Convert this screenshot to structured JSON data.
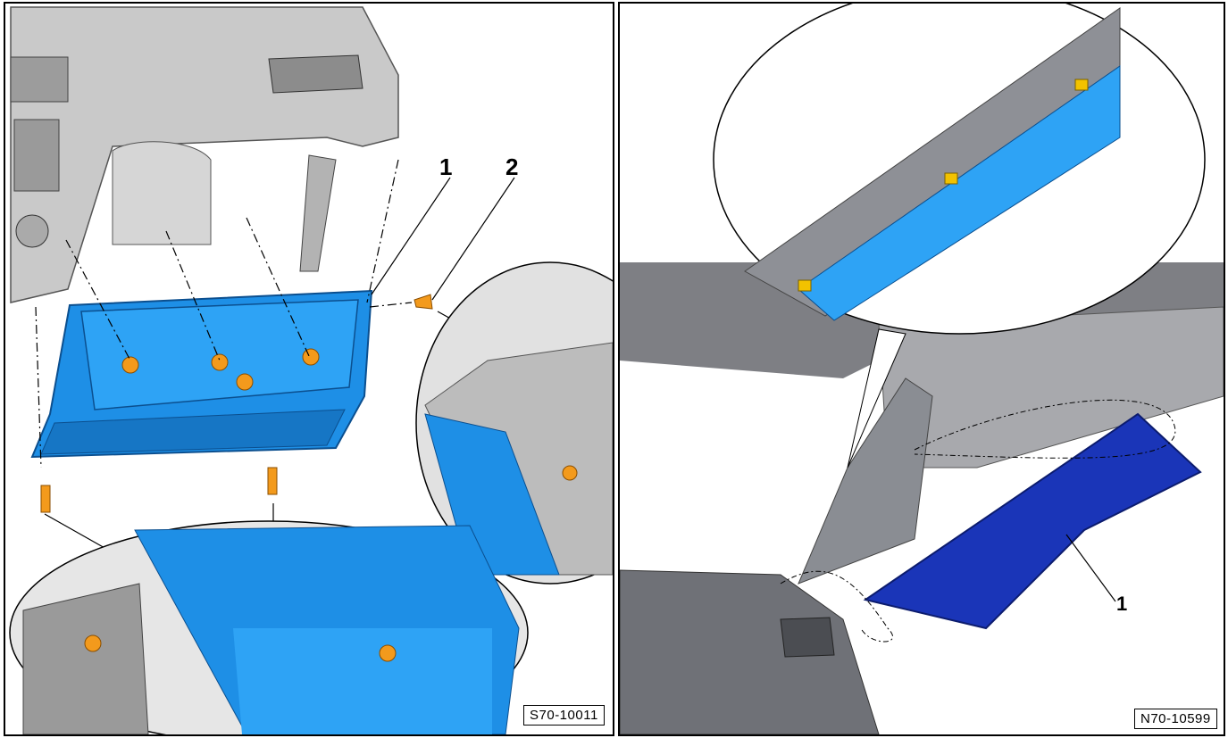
{
  "left_panel": {
    "callouts": [
      "1",
      "2"
    ],
    "ref_code": "S70-10011",
    "colors": {
      "glovebox_blue": "#1e8fe6",
      "screw_orange": "#f39a1c",
      "dash_grey": "#bfbfbf"
    }
  },
  "right_panel": {
    "callouts": [
      "1"
    ],
    "ref_code": "N70-10599",
    "colors": {
      "pillar_trim_blue": "#1a35b8",
      "clip_yellow": "#f2c200",
      "body_grey": "#8a8d93"
    }
  }
}
